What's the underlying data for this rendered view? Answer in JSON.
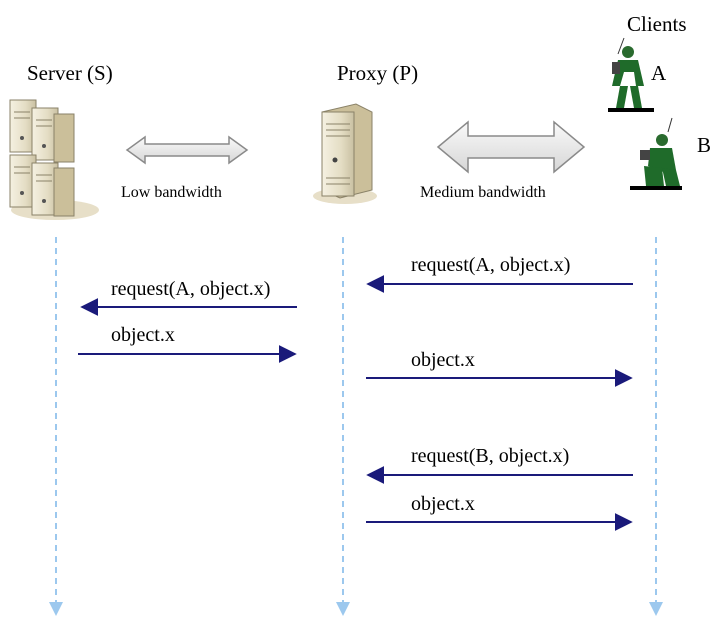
{
  "participants": {
    "server": {
      "label": "Server (S)"
    },
    "proxy": {
      "label": "Proxy (P)"
    },
    "clients": {
      "label": "Clients",
      "client_a": "A",
      "client_b": "B"
    }
  },
  "links": {
    "server_proxy": "Low bandwidth",
    "proxy_clients": "Medium bandwidth"
  },
  "messages": [
    {
      "from": "client_a",
      "to": "proxy",
      "label": "request(A, object.x)"
    },
    {
      "from": "proxy",
      "to": "server",
      "label": "request(A, object.x)"
    },
    {
      "from": "server",
      "to": "proxy",
      "label": "object.x"
    },
    {
      "from": "proxy",
      "to": "client_a",
      "label": "object.x"
    },
    {
      "from": "client_b",
      "to": "proxy",
      "label": "request(B, object.x)"
    },
    {
      "from": "proxy",
      "to": "client_b",
      "label": "object.x"
    }
  ],
  "colors": {
    "lifeline": "#9cc8ee",
    "arrow": "#1a1a7a",
    "bandwidth_arrow_fill": "#e6e6e6",
    "bandwidth_arrow_stroke": "#8a8a8a",
    "server_body": "#ece7d2",
    "soldier_green": "#1f6b2a"
  },
  "icons": {
    "server": "server-rack-icon",
    "proxy": "server-tower-icon",
    "client_a": "soldier-radio-icon",
    "client_b": "kneeling-soldier-icon"
  }
}
